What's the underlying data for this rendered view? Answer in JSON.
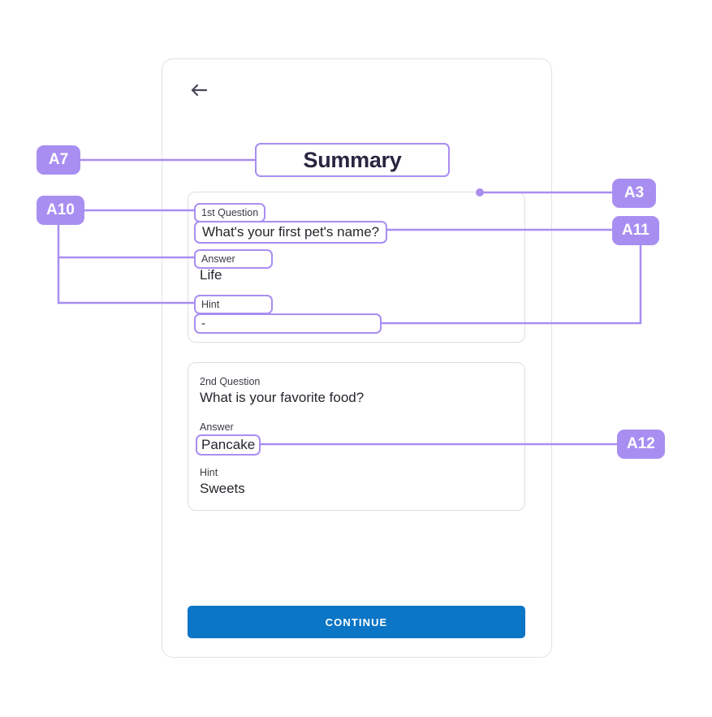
{
  "screen": {
    "back_icon": "arrow-left-icon",
    "title": "Summary",
    "continue_label": "CONTINUE"
  },
  "questions": [
    {
      "label": "1st Question",
      "text": "What's your first pet's name?",
      "answer_label": "Answer",
      "answer_value": "Life",
      "hint_label": "Hint",
      "hint_value": "-"
    },
    {
      "label": "2nd Question",
      "text": "What is your favorite food?",
      "answer_label": "Answer",
      "answer_value": "Pancake",
      "hint_label": "Hint",
      "hint_value": "Sweets"
    }
  ],
  "annotations": [
    {
      "id": "A7",
      "target": "summary-title"
    },
    {
      "id": "A10",
      "target": "field-labels"
    },
    {
      "id": "A3",
      "target": "question-card"
    },
    {
      "id": "A11",
      "target": "question-and-hint-values"
    },
    {
      "id": "A12",
      "target": "answer-value"
    }
  ],
  "colors": {
    "annotation_purple": "#a98ef2",
    "primary_blue": "#0b75c6",
    "title_text": "#2b2540",
    "card_border": "#dedee3",
    "frame_border": "#e2e2e6"
  }
}
